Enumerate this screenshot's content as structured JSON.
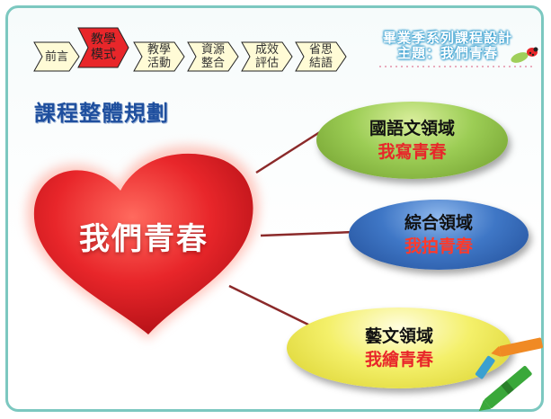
{
  "nav": {
    "items": [
      {
        "label": "前言",
        "active": false
      },
      {
        "label": "教學\n模式",
        "active": true
      },
      {
        "label": "教學\n活動",
        "active": false
      },
      {
        "label": "資源\n整合",
        "active": false
      },
      {
        "label": "成效\n評估",
        "active": false
      },
      {
        "label": "省思\n結語",
        "active": false
      }
    ]
  },
  "header": {
    "series_line1": "畢業季系列課程設計",
    "series_line2": "主題：我們青春"
  },
  "page_title": "課程整體規劃",
  "center": {
    "label": "我們青春"
  },
  "domains": [
    {
      "domain": "國語文領域",
      "activity": "我寫青春"
    },
    {
      "domain": "綜合領域",
      "activity": "我拍青春"
    },
    {
      "domain": "藝文領域",
      "activity": "我繪青春"
    }
  ],
  "colors": {
    "frame": "#7cc8c0",
    "nav_active": "#e8262a",
    "nav_inactive": "#fffbd6",
    "title": "#1f4f9e",
    "heart": "#e8262a",
    "connector": "#8b2a2a",
    "green": "#9ccd55",
    "blue": "#3f77c6",
    "yellow": "#f4f06a"
  },
  "icons": [
    "ladybug-icon",
    "leaf-icon",
    "crayon-icon"
  ]
}
